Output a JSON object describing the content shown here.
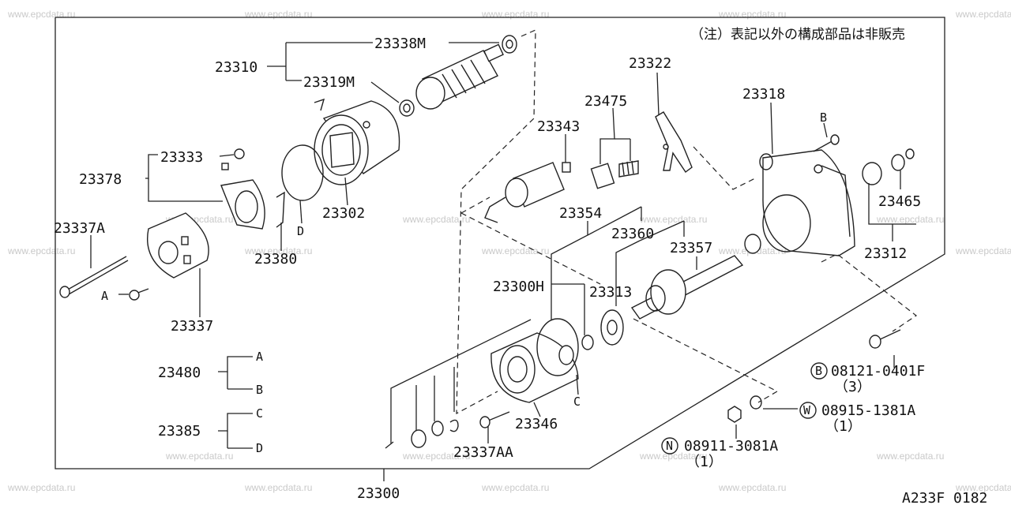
{
  "watermark": "www.epcdata.ru",
  "note": "（注）表記以外の構成部品は非販売",
  "diagram_code": "A233F 0182",
  "labels": {
    "p23338M": "23338M",
    "p23310": "23310",
    "p23319M": "23319M",
    "p23333": "23333",
    "p23378": "23378",
    "p23337A": "23337A",
    "p23302": "23302",
    "p23380": "23380",
    "p23337": "23337",
    "p23480": "23480",
    "p23385": "23385",
    "p23322": "23322",
    "p23475": "23475",
    "p23343": "23343",
    "p23354": "23354",
    "p23360": "23360",
    "p23357": "23357",
    "p23313": "23313",
    "p23300H": "23300H",
    "p23346": "23346",
    "p23337AA": "23337AA",
    "p23300": "23300",
    "p23318": "23318",
    "p23465": "23465",
    "p23312": "23312",
    "b08121": "08121-0401F",
    "b08121_qty": "（3）",
    "w08915": "08915-1381A",
    "w08915_qty": "（1）",
    "n08911": "08911-3081A",
    "n08911_qty": "（1）"
  },
  "letters": {
    "A": "A",
    "B": "B",
    "C": "C",
    "D": "D",
    "circ_B": "B",
    "circ_W": "W",
    "circ_N": "N"
  }
}
